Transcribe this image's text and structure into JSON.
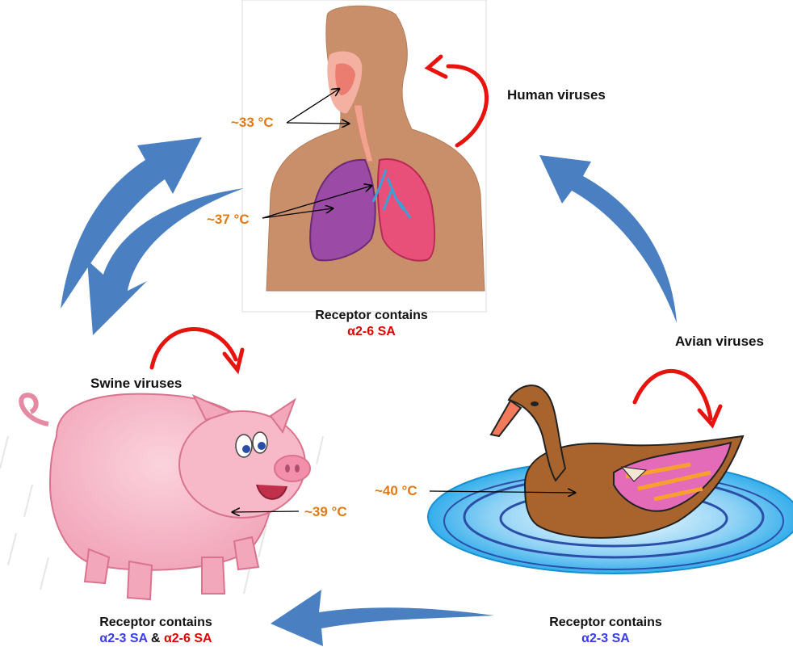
{
  "hosts": {
    "human": {
      "virus_label": "Human viruses",
      "temp_upper": "~33 °C",
      "temp_lower": "~37 °C",
      "receptor_title": "Receptor contains",
      "receptor_sa": "α2-6 SA"
    },
    "swine": {
      "virus_label": "Swine viruses",
      "temp": "~39 °C",
      "receptor_title": "Receptor contains",
      "receptor_sa_1": "α2-3 SA",
      "receptor_joiner": "&",
      "receptor_sa_2": "α2-6 SA"
    },
    "avian": {
      "virus_label": "Avian viruses",
      "temp": "~40 °C",
      "receptor_title": "Receptor contains",
      "receptor_sa": "α2-3 SA"
    }
  },
  "colors": {
    "transmission_arrow": "#4a7fc1",
    "self_cycle_arrow": "#e8130f",
    "temperature_text": "#e07b12",
    "sa_alpha26": "#e00000",
    "sa_alpha23": "#3a3af0"
  }
}
